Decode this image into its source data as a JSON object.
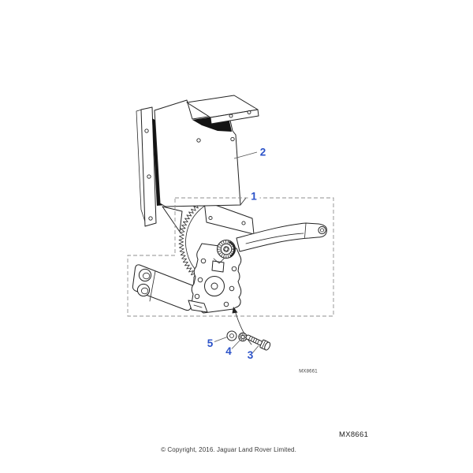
{
  "figure": {
    "description": "Exploded parts diagram of window regulator motor assembly with cover",
    "accent_color": "#2b52c8",
    "drawing_code_inline": "MX8661",
    "callouts": {
      "c1": "1",
      "c2": "2",
      "c3": "3",
      "c4": "4",
      "c5": "5"
    }
  },
  "footer": {
    "drawing_code": "MX8661",
    "copyright": "© Copyright, 2016. Jaguar Land Rover Limited."
  }
}
